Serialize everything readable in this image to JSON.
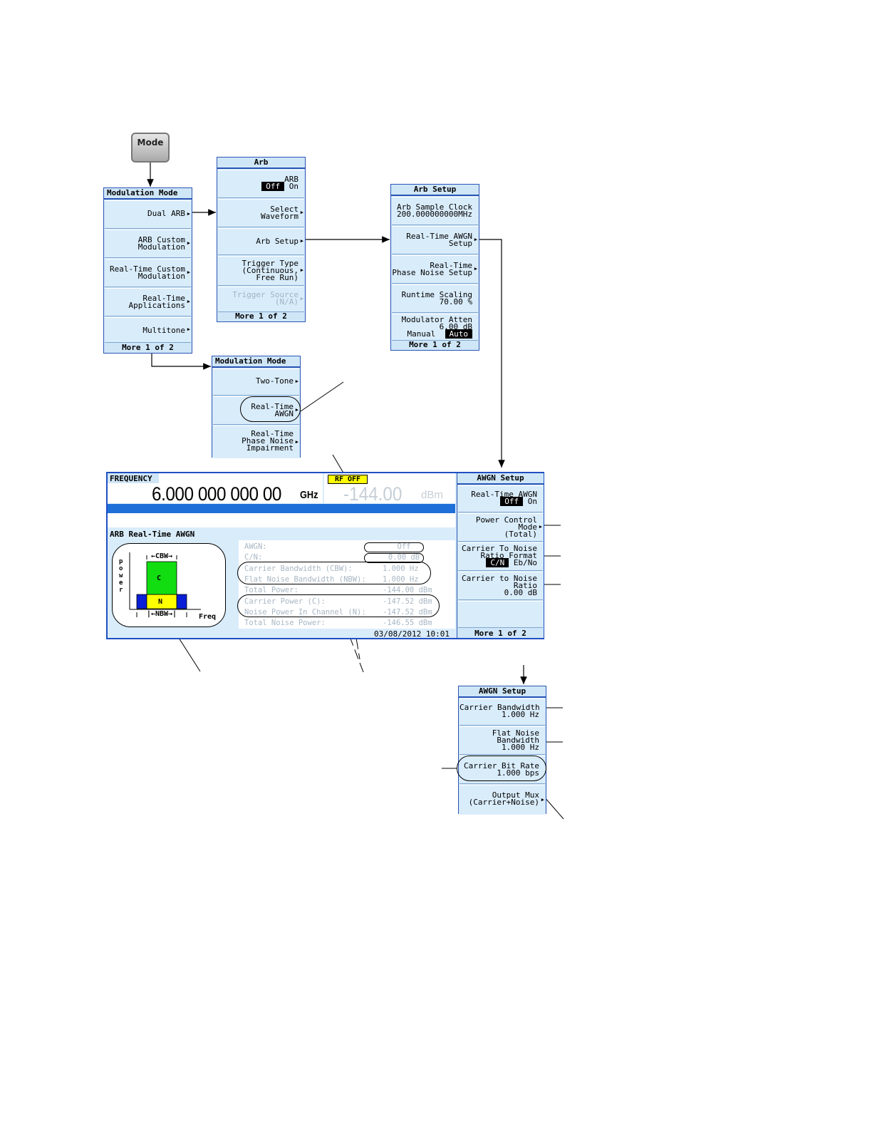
{
  "mode_key": {
    "label": "Mode"
  },
  "modulation_mode_menu": {
    "title": "Modulation Mode",
    "items": [
      {
        "lines": [
          "Dual ARB"
        ]
      },
      {
        "lines": [
          "ARB Custom",
          "Modulation"
        ]
      },
      {
        "lines": [
          "Real-Time Custom",
          "Modulation"
        ]
      },
      {
        "lines": [
          "Real-Time",
          "Applications"
        ]
      },
      {
        "lines": [
          "Multitone"
        ]
      }
    ],
    "more": "More 1 of 2"
  },
  "modulation_mode_menu2": {
    "title": "Modulation Mode",
    "items": [
      {
        "lines": [
          "Two-Tone"
        ]
      },
      {
        "lines": [
          "Real-Time",
          "AWGN"
        ]
      },
      {
        "lines": [
          "Real-Time",
          "Phase Noise",
          "Impairment"
        ]
      }
    ]
  },
  "arb_menu": {
    "title": "Arb",
    "items": [
      {
        "lines": [
          "ARB"
        ],
        "toggle_off": "Off",
        "toggle_on": "On"
      },
      {
        "lines": [
          "Select",
          "Waveform"
        ]
      },
      {
        "lines": [
          "Arb Setup"
        ]
      },
      {
        "lines": [
          "Trigger Type",
          "(Continuous,",
          "Free Run)"
        ]
      },
      {
        "lines": [
          "Trigger Source",
          "(N/A)"
        ]
      }
    ],
    "more": "More 1 of 2"
  },
  "arb_setup_menu": {
    "title": "Arb Setup",
    "items": [
      {
        "lines": [
          "Arb Sample Clock",
          "200.000000000MHz"
        ]
      },
      {
        "lines": [
          "Real-Time AWGN",
          "Setup"
        ]
      },
      {
        "lines": [
          "Real-Time",
          "Phase Noise Setup"
        ]
      },
      {
        "lines": [
          "Runtime Scaling",
          "70.00 %"
        ]
      },
      {
        "lines": [
          "Modulator Atten",
          "6.00 dB"
        ],
        "manual": "Manual",
        "auto": "Auto"
      }
    ],
    "more": "More 1 of 2"
  },
  "screen": {
    "freq_label": "FREQUENCY",
    "freq_value": "6.000 000 000 00",
    "freq_unit": "GHz",
    "rf_status": "RF OFF",
    "amp_value": "-144.00",
    "amp_unit": "dBm",
    "section_title": "ARB Real-Time AWGN",
    "graph": {
      "power_label": "power",
      "cbw": "CBW",
      "nbw": "NBW",
      "c": "C",
      "n": "N",
      "freq": "Freq"
    },
    "rows": [
      {
        "label": "AWGN:",
        "value": "Off"
      },
      {
        "label": "C/N:",
        "value": "0.00 dB"
      },
      {
        "label": "Carrier Bandwidth (CBW):",
        "value": "1.000 Hz"
      },
      {
        "label": "Flat Noise Bandwidth (NBW):",
        "value": "1.000 Hz"
      },
      {
        "label": "Total Power:",
        "value": "-144.00 dBm"
      },
      {
        "label": "Carrier Power (C):",
        "value": "-147.52 dBm"
      },
      {
        "label": "Noise Power In Channel (N):",
        "value": "-147.52 dBm"
      },
      {
        "label": "Total Noise Power:",
        "value": "-146.55 dBm"
      }
    ],
    "datetime": "03/08/2012 10:01",
    "softkeys": {
      "title": "AWGN Setup",
      "items": [
        {
          "lines": [
            "Real-Time AWGN"
          ],
          "toggle_off": "Off",
          "toggle_on": "On"
        },
        {
          "lines": [
            "Power Control",
            "Mode",
            "(Total)"
          ]
        },
        {
          "lines": [
            "Carrier To Noise",
            "Ratio Format"
          ],
          "opt1": "C/N",
          "opt2": "Eb/No"
        },
        {
          "lines": [
            "Carrier to Noise",
            "Ratio",
            "0.00 dB"
          ]
        }
      ],
      "more": "More 1 of 2"
    }
  },
  "awgn_setup_menu2": {
    "title": "AWGN Setup",
    "items": [
      {
        "lines": [
          "Carrier Bandwidth",
          "1.000 Hz"
        ]
      },
      {
        "lines": [
          "Flat Noise",
          "Bandwidth",
          "1.000 Hz"
        ]
      },
      {
        "lines": [
          "Carrier Bit Rate",
          "1.000 bps"
        ]
      },
      {
        "lines": [
          "Output Mux",
          "(Carrier+Noise)"
        ]
      }
    ]
  }
}
